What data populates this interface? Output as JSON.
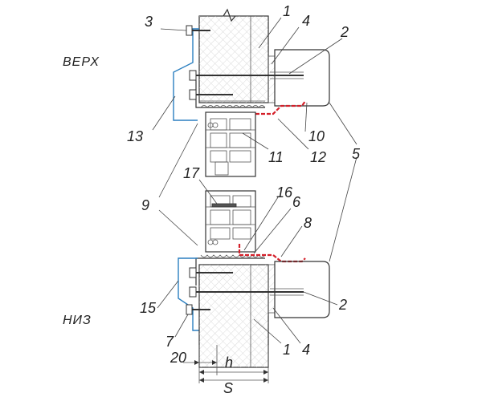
{
  "side_labels": {
    "top": "ВЕРХ",
    "bottom": "НИЗ"
  },
  "callouts": {
    "c1_top": "1",
    "c4_top": "4",
    "c2_top": "2",
    "c3": "3",
    "c13": "13",
    "c10": "10",
    "c12": "12",
    "c11": "11",
    "c5": "5",
    "c17": "17",
    "c9": "9",
    "c16": "16",
    "c6": "6",
    "c8": "8",
    "c15": "15",
    "c2_bot": "2",
    "c7": "7",
    "c20": "20",
    "ch": "h",
    "c1_bot": "1",
    "c4_bot": "4",
    "cS": "S"
  },
  "colors": {
    "accent_blue": "#2b7fc0",
    "accent_red": "#d4202a",
    "line": "#333333"
  }
}
